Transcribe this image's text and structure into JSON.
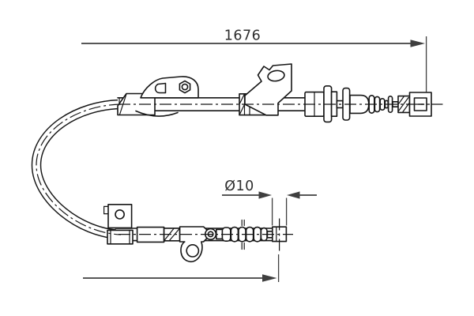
{
  "drawing": {
    "kind": "parking-brake-cable-technical-drawing",
    "dimensions": {
      "overall_length": {
        "label": "1676"
      },
      "boot_diameter": {
        "label": "Ø10"
      }
    },
    "colors": {
      "outline": "#161616",
      "dimension": "#3f3f3f",
      "background": "#ffffff"
    }
  }
}
